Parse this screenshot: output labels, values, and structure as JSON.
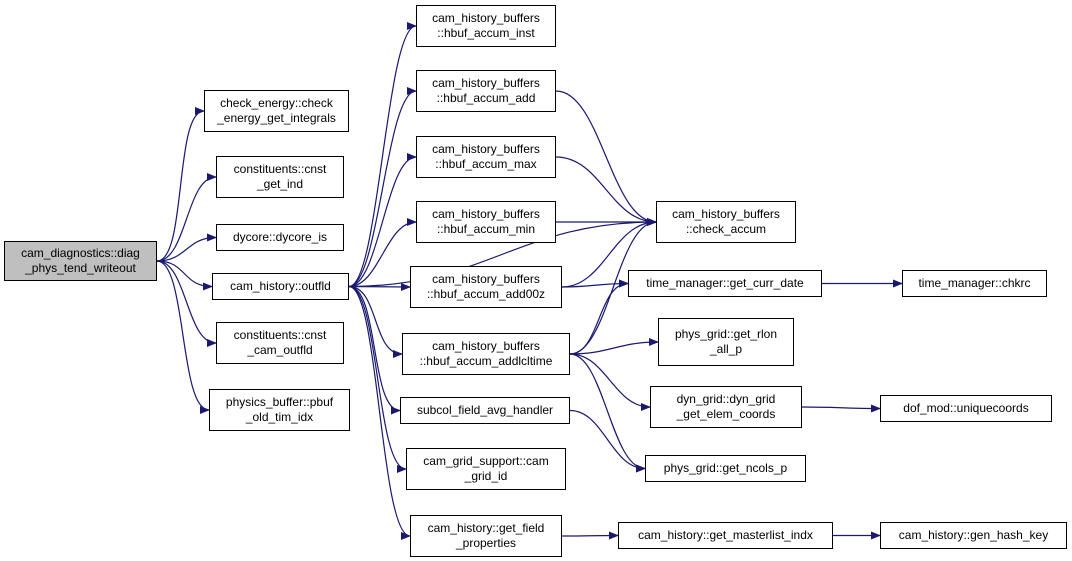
{
  "colors": {
    "edge": "#191970",
    "node_border": "#000000",
    "root_fill": "#bfbfbf",
    "node_fill": "#ffffff"
  },
  "nodes": [
    {
      "id": "root",
      "lines": [
        "cam_diagnostics::diag",
        "_phys_tend_writeout"
      ],
      "root": true
    },
    {
      "id": "check_energy",
      "lines": [
        "check_energy::check",
        "_energy_get_integrals"
      ]
    },
    {
      "id": "cnst_get_ind",
      "lines": [
        "constituents::cnst",
        "_get_ind"
      ]
    },
    {
      "id": "dycore_is",
      "lines": [
        "dycore::dycore_is"
      ]
    },
    {
      "id": "outfld",
      "lines": [
        "cam_history::outfld"
      ]
    },
    {
      "id": "cnst_cam_outfld",
      "lines": [
        "constituents::cnst",
        "_cam_outfld"
      ]
    },
    {
      "id": "pbuf_old_tim_idx",
      "lines": [
        "physics_buffer::pbuf",
        "_old_tim_idx"
      ]
    },
    {
      "id": "hbuf_accum_inst",
      "lines": [
        "cam_history_buffers",
        "::hbuf_accum_inst"
      ]
    },
    {
      "id": "hbuf_accum_add",
      "lines": [
        "cam_history_buffers",
        "::hbuf_accum_add"
      ]
    },
    {
      "id": "hbuf_accum_max",
      "lines": [
        "cam_history_buffers",
        "::hbuf_accum_max"
      ]
    },
    {
      "id": "hbuf_accum_min",
      "lines": [
        "cam_history_buffers",
        "::hbuf_accum_min"
      ]
    },
    {
      "id": "hbuf_accum_add00z",
      "lines": [
        "cam_history_buffers",
        "::hbuf_accum_add00z"
      ]
    },
    {
      "id": "hbuf_accum_addlcltime",
      "lines": [
        "cam_history_buffers",
        "::hbuf_accum_addlcltime"
      ]
    },
    {
      "id": "subcol_field_avg_handler",
      "lines": [
        "subcol_field_avg_handler"
      ]
    },
    {
      "id": "cam_grid_id",
      "lines": [
        "cam_grid_support::cam",
        "_grid_id"
      ]
    },
    {
      "id": "get_field_properties",
      "lines": [
        "cam_history::get_field",
        "_properties"
      ]
    },
    {
      "id": "check_accum",
      "lines": [
        "cam_history_buffers",
        "::check_accum"
      ]
    },
    {
      "id": "get_curr_date",
      "lines": [
        "time_manager::get_curr_date"
      ]
    },
    {
      "id": "get_rlon_all_p",
      "lines": [
        "phys_grid::get_rlon",
        "_all_p"
      ]
    },
    {
      "id": "get_elem_coords",
      "lines": [
        "dyn_grid::dyn_grid",
        "_get_elem_coords"
      ]
    },
    {
      "id": "get_ncols_p",
      "lines": [
        "phys_grid::get_ncols_p"
      ]
    },
    {
      "id": "get_masterlist_indx",
      "lines": [
        "cam_history::get_masterlist_indx"
      ]
    },
    {
      "id": "chkrc",
      "lines": [
        "time_manager::chkrc"
      ]
    },
    {
      "id": "uniquecoords",
      "lines": [
        "dof_mod::uniquecoords"
      ]
    },
    {
      "id": "gen_hash_key",
      "lines": [
        "cam_history::gen_hash_key"
      ]
    }
  ],
  "edges": [
    {
      "from": "root",
      "to": "check_energy"
    },
    {
      "from": "root",
      "to": "cnst_get_ind"
    },
    {
      "from": "root",
      "to": "dycore_is"
    },
    {
      "from": "root",
      "to": "outfld"
    },
    {
      "from": "root",
      "to": "cnst_cam_outfld"
    },
    {
      "from": "root",
      "to": "pbuf_old_tim_idx"
    },
    {
      "from": "outfld",
      "to": "hbuf_accum_inst"
    },
    {
      "from": "outfld",
      "to": "hbuf_accum_add"
    },
    {
      "from": "outfld",
      "to": "hbuf_accum_max"
    },
    {
      "from": "outfld",
      "to": "hbuf_accum_min"
    },
    {
      "from": "outfld",
      "to": "hbuf_accum_add00z"
    },
    {
      "from": "outfld",
      "to": "hbuf_accum_addlcltime"
    },
    {
      "from": "outfld",
      "to": "subcol_field_avg_handler"
    },
    {
      "from": "outfld",
      "to": "cam_grid_id"
    },
    {
      "from": "outfld",
      "to": "get_field_properties"
    },
    {
      "from": "outfld",
      "to": "check_accum"
    },
    {
      "from": "hbuf_accum_add",
      "to": "check_accum"
    },
    {
      "from": "hbuf_accum_max",
      "to": "check_accum"
    },
    {
      "from": "hbuf_accum_min",
      "to": "check_accum"
    },
    {
      "from": "hbuf_accum_add00z",
      "to": "check_accum"
    },
    {
      "from": "hbuf_accum_add00z",
      "to": "get_curr_date"
    },
    {
      "from": "hbuf_accum_addlcltime",
      "to": "check_accum"
    },
    {
      "from": "hbuf_accum_addlcltime",
      "to": "get_curr_date"
    },
    {
      "from": "hbuf_accum_addlcltime",
      "to": "get_rlon_all_p"
    },
    {
      "from": "hbuf_accum_addlcltime",
      "to": "get_elem_coords"
    },
    {
      "from": "hbuf_accum_addlcltime",
      "to": "get_ncols_p"
    },
    {
      "from": "subcol_field_avg_handler",
      "to": "get_ncols_p"
    },
    {
      "from": "get_curr_date",
      "to": "chkrc"
    },
    {
      "from": "get_elem_coords",
      "to": "uniquecoords"
    },
    {
      "from": "get_field_properties",
      "to": "get_masterlist_indx"
    },
    {
      "from": "get_masterlist_indx",
      "to": "gen_hash_key"
    }
  ]
}
